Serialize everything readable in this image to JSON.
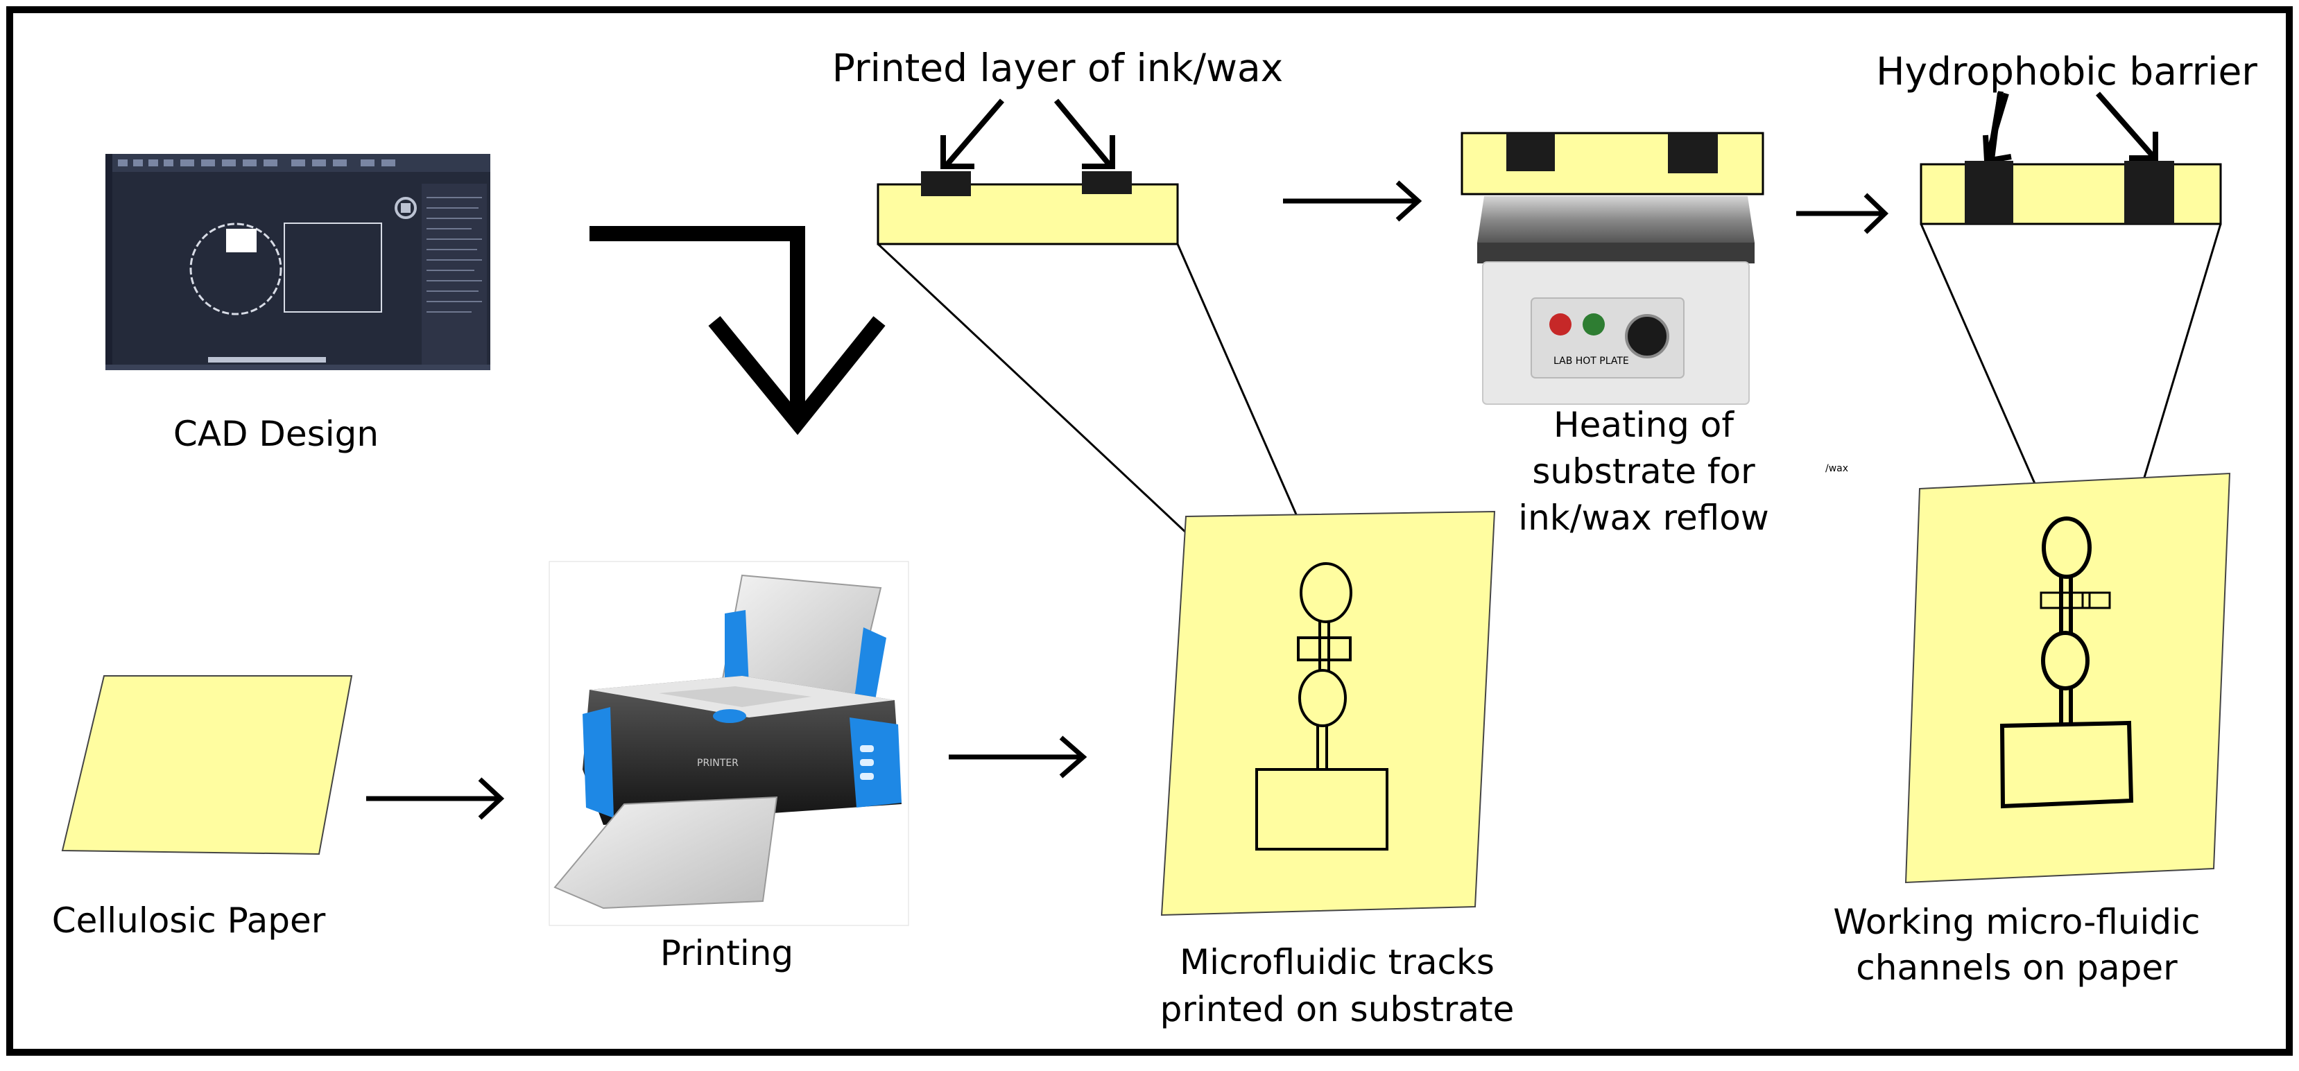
{
  "labels": {
    "cad_design": "CAD Design",
    "cellulosic_paper": "Cellulosic Paper",
    "printing": "Printing",
    "printed_layer": "Printed layer of ink/wax",
    "heating_line1": "Heating of",
    "heating_line2": "substrate for",
    "heating_line3": "ink/wax reflow",
    "tiny_note": "/wax",
    "hydrophobic_barrier": "Hydrophobic barrier",
    "tracks_line1": "Microfluidic tracks",
    "tracks_line2": "printed on substrate",
    "working_line1": "Working micro-fluidic",
    "working_line2": "channels on paper",
    "printer_brand": "PRINTER",
    "hotplate_label": "LAB HOT PLATE"
  },
  "colors": {
    "paper": "#FFFDA0",
    "ink": "#1C1C1C",
    "frame": "#000000",
    "cad_bg": "#242A3A",
    "printer_blue": "#1E88E5",
    "hotplate_body": "#E8E8E8"
  },
  "icons": [
    "cad-software-screenshot",
    "inkjet-printer-image",
    "hot-plate-image"
  ]
}
